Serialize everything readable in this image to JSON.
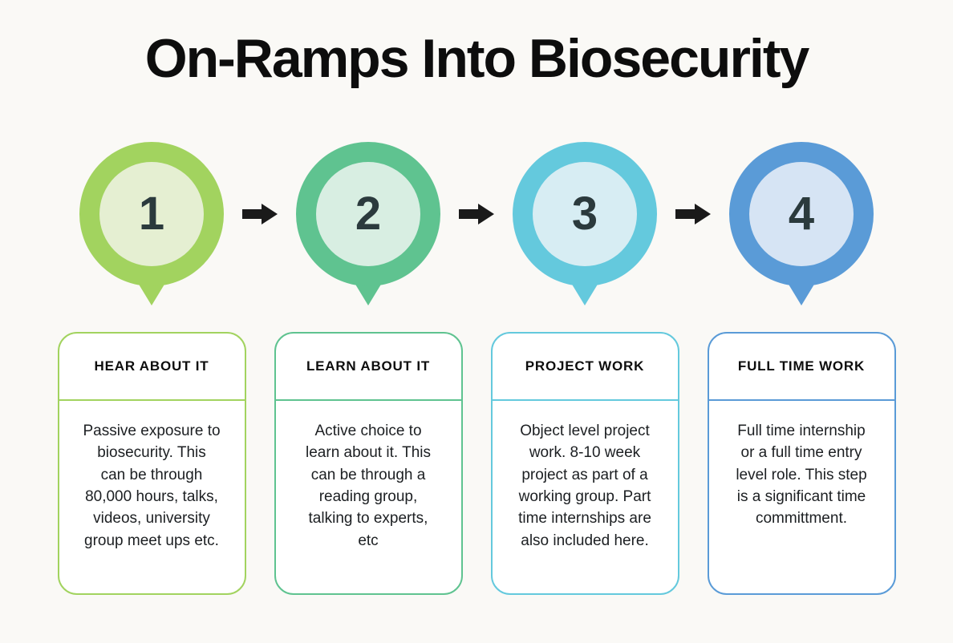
{
  "title": "On-Ramps Into Biosecurity",
  "colors": {
    "background": "#FAF9F6",
    "card_background": "#FFFFFF",
    "arrow": "#1A1A1A",
    "number": "#2B3A3D",
    "title_text": "#0D0D0D",
    "header_text": "#0D0D0D",
    "body_text": "#1C1F22"
  },
  "steps": [
    {
      "number": "1",
      "ring": "#A2D35F",
      "fill": "#E5EFD2",
      "title": "HEAR ABOUT IT",
      "body": "Passive exposure to\nbiosecurity. This\ncan be through\n80,000 hours, talks,\nvideos, university\ngroup meet ups etc."
    },
    {
      "number": "2",
      "ring": "#5FC390",
      "fill": "#D8EEE2",
      "title": "LEARN ABOUT IT",
      "body": "Active choice to\nlearn about it. This\ncan be through a\nreading group,\ntalking to experts,\netc"
    },
    {
      "number": "3",
      "ring": "#64C9DD",
      "fill": "#D7EDF3",
      "title": "PROJECT WORK",
      "body": "Object level project\nwork. 8-10 week\nproject as part of a\nworking group. Part\ntime internships are\nalso included here."
    },
    {
      "number": "4",
      "ring": "#5A9BD7",
      "fill": "#D6E4F4",
      "title": "FULL TIME WORK",
      "body": "Full time internship\nor a full time entry\nlevel role. This step\nis a significant time\ncommittment."
    }
  ]
}
